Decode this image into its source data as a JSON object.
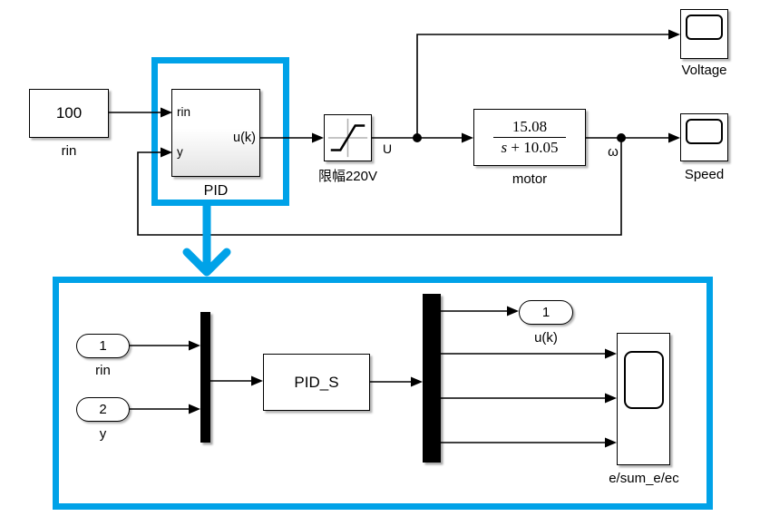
{
  "colors": {
    "highlight": "#00A2E8",
    "wire": "#000000",
    "block_fill": "#FFFFFF"
  },
  "top_diagram": {
    "constant_rin": {
      "value": "100",
      "name": "rin"
    },
    "pid_subsystem": {
      "name": "PID",
      "port_in1": "rin",
      "port_in2": "y",
      "port_out1": "u(k)"
    },
    "saturation": {
      "name": "限幅220V"
    },
    "signal_labels": {
      "u": "U",
      "omega": "ω"
    },
    "motor": {
      "name": "motor",
      "numerator": "15.08",
      "denominator": "s + 10.05"
    },
    "scope_voltage": {
      "name": "Voltage"
    },
    "scope_speed": {
      "name": "Speed"
    }
  },
  "subsystem_view": {
    "inport_rin": {
      "port": "1",
      "name": "rin"
    },
    "inport_y": {
      "port": "2",
      "name": "y"
    },
    "pid_s": {
      "name": "PID_S"
    },
    "outport_uk": {
      "port": "1",
      "name": "u(k)"
    },
    "scope": {
      "name": "e/sum_e/ec"
    }
  }
}
